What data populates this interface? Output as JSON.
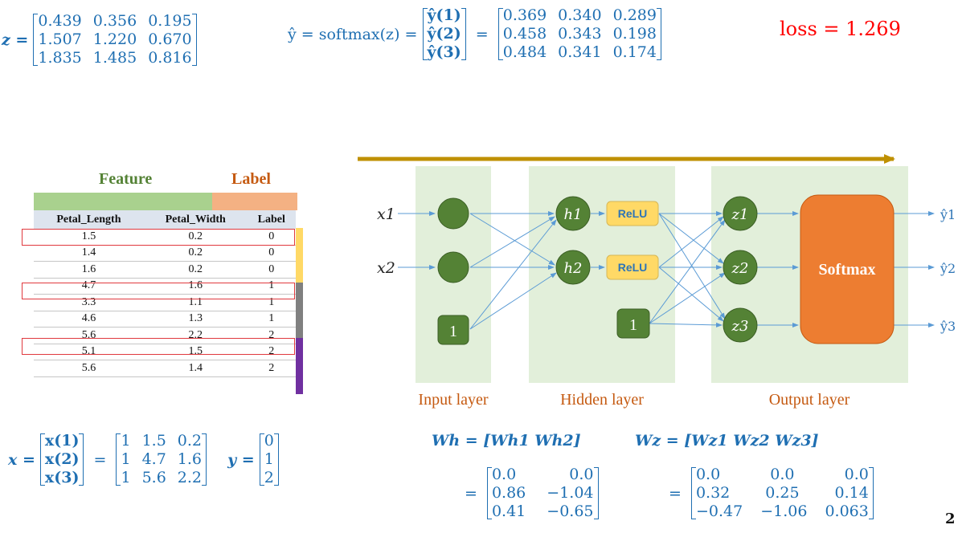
{
  "top": {
    "z_lhs": "z =",
    "z_matrix": [
      [
        "0.439",
        "0.356",
        "0.195"
      ],
      [
        "1.507",
        "1.220",
        "0.670"
      ],
      [
        "1.835",
        "1.485",
        "0.816"
      ]
    ],
    "yhat_lhs": "ŷ = softmax(z) =",
    "yhat_vec": [
      "ŷ(1)",
      "ŷ(2)",
      "ŷ(3)"
    ],
    "yhat_matrix": [
      [
        "0.369",
        "0.340",
        "0.289"
      ],
      [
        "0.458",
        "0.343",
        "0.198"
      ],
      [
        "0.484",
        "0.341",
        "0.174"
      ]
    ],
    "loss": "loss = 1.269"
  },
  "table": {
    "feature_header": "Feature",
    "label_header": "Label",
    "columns": [
      "Petal_Length",
      "Petal_Width",
      "Label"
    ],
    "rows": [
      [
        "1.5",
        "0.2",
        "0"
      ],
      [
        "1.4",
        "0.2",
        "0"
      ],
      [
        "1.6",
        "0.2",
        "0"
      ],
      [
        "4.7",
        "1.6",
        "1"
      ],
      [
        "3.3",
        "1.1",
        "1"
      ],
      [
        "4.6",
        "1.3",
        "1"
      ],
      [
        "5.6",
        "2.2",
        "2"
      ],
      [
        "5.1",
        "1.5",
        "2"
      ],
      [
        "5.6",
        "1.4",
        "2"
      ]
    ],
    "feature_color": "#a9d18e",
    "label_color": "#f4b183",
    "class_colors": [
      "#ffd966",
      "#808080",
      "#7030a0"
    ]
  },
  "diagram": {
    "inputs": [
      "x1",
      "x2"
    ],
    "input_bias": "1",
    "hidden_nodes": [
      "h1",
      "h2"
    ],
    "relu": "ReLU",
    "hidden_bias": "1",
    "output_nodes": [
      "z1",
      "z2",
      "z3"
    ],
    "softmax": "Softmax",
    "outputs": [
      "ŷ1",
      "ŷ2",
      "ŷ3"
    ],
    "layer_labels": [
      "Input layer",
      "Hidden layer",
      "Output layer"
    ],
    "node_color": "#548235",
    "layer_bg": "#e2efda",
    "relu_color": "#ffd966",
    "softmax_color": "#ed7d31",
    "arrow_color": "#bf9000"
  },
  "bottom": {
    "x_lhs": "x =",
    "x_vec": [
      "x(1)",
      "x(2)",
      "x(3)"
    ],
    "x_matrix": [
      [
        "1",
        "1.5",
        "0.2"
      ],
      [
        "1",
        "4.7",
        "1.6"
      ],
      [
        "1",
        "5.6",
        "2.2"
      ]
    ],
    "y_lhs": "y =",
    "y_vec": [
      "0",
      "1",
      "2"
    ],
    "wh_def": "Wh = [Wh1   Wh2]",
    "wh_matrix": [
      [
        "0.0",
        "0.0"
      ],
      [
        "0.86",
        "−1.04"
      ],
      [
        "0.41",
        "−0.65"
      ]
    ],
    "wz_def": "Wz = [Wz1   Wz2   Wz3]",
    "wz_matrix": [
      [
        "0.0",
        "0.0",
        "0.0"
      ],
      [
        "0.32",
        "0.25",
        "0.14"
      ],
      [
        "−0.47",
        "−1.06",
        "0.063"
      ]
    ],
    "eq_sign": "=",
    "page_number": "2"
  }
}
